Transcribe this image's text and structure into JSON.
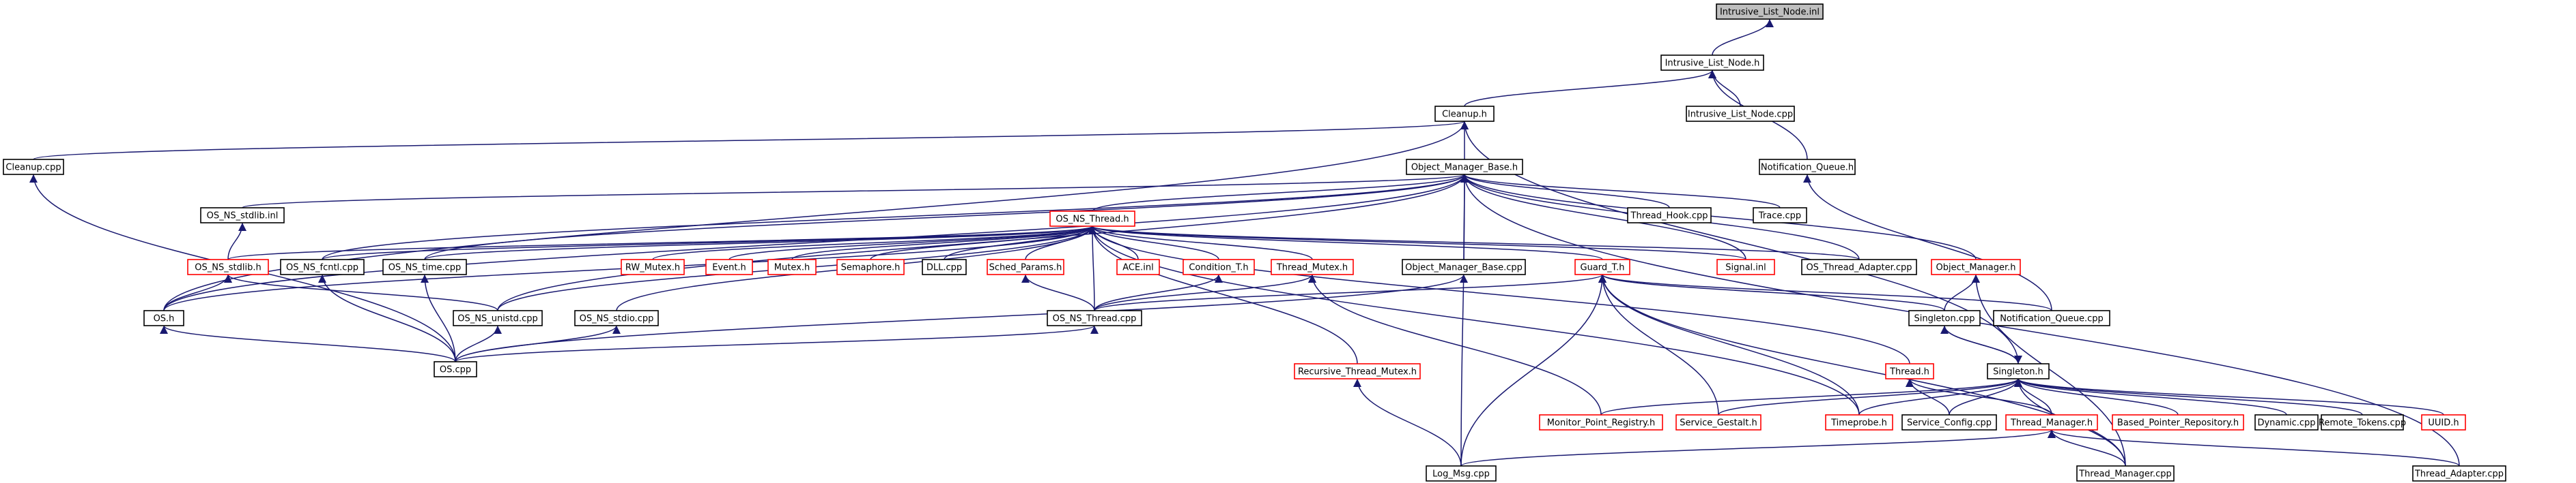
{
  "colors": {
    "edge": "#191970",
    "node_border_ok": "#000000",
    "node_border_incomplete": "#ff0000",
    "root_fill": "#bfbfbf",
    "node_fill": "#ffffff"
  },
  "nodes": [
    {
      "id": "intrusive_list_node_inl",
      "label": "Intrusive_List_Node.inl",
      "status": "root"
    },
    {
      "id": "intrusive_list_node_h",
      "label": "Intrusive_List_Node.h",
      "status": "ok"
    },
    {
      "id": "intrusive_list_node_cpp",
      "label": "Intrusive_List_Node.cpp",
      "status": "ok"
    },
    {
      "id": "cleanup_h",
      "label": "Cleanup.h",
      "status": "ok"
    },
    {
      "id": "cleanup_cpp",
      "label": "Cleanup.cpp",
      "status": "ok"
    },
    {
      "id": "notification_queue_h",
      "label": "Notification_Queue.h",
      "status": "ok"
    },
    {
      "id": "object_manager_base_h",
      "label": "Object_Manager_Base.h",
      "status": "ok"
    },
    {
      "id": "os_ns_stdlib_inl",
      "label": "OS_NS_stdlib.inl",
      "status": "ok"
    },
    {
      "id": "os_ns_thread_h",
      "label": "OS_NS_Thread.h",
      "status": "incomplete"
    },
    {
      "id": "thread_hook_cpp",
      "label": "Thread_Hook.cpp",
      "status": "ok"
    },
    {
      "id": "trace_cpp",
      "label": "Trace.cpp",
      "status": "ok"
    },
    {
      "id": "os_ns_stdlib_h",
      "label": "OS_NS_stdlib.h",
      "status": "incomplete"
    },
    {
      "id": "os_ns_fcntl_cpp",
      "label": "OS_NS_fcntl.cpp",
      "status": "ok"
    },
    {
      "id": "os_ns_time_cpp",
      "label": "OS_NS_time.cpp",
      "status": "ok"
    },
    {
      "id": "rw_mutex_h",
      "label": "RW_Mutex.h",
      "status": "incomplete"
    },
    {
      "id": "event_h",
      "label": "Event.h",
      "status": "incomplete"
    },
    {
      "id": "mutex_h",
      "label": "Mutex.h",
      "status": "incomplete"
    },
    {
      "id": "semaphore_h",
      "label": "Semaphore.h",
      "status": "incomplete"
    },
    {
      "id": "dll_cpp",
      "label": "DLL.cpp",
      "status": "ok"
    },
    {
      "id": "sched_params_h",
      "label": "Sched_Params.h",
      "status": "incomplete"
    },
    {
      "id": "ace_inl",
      "label": "ACE.inl",
      "status": "incomplete"
    },
    {
      "id": "condition_t_h",
      "label": "Condition_T.h",
      "status": "incomplete"
    },
    {
      "id": "thread_mutex_h",
      "label": "Thread_Mutex.h",
      "status": "incomplete"
    },
    {
      "id": "object_manager_base_cpp",
      "label": "Object_Manager_Base.cpp",
      "status": "ok"
    },
    {
      "id": "guard_t_h",
      "label": "Guard_T.h",
      "status": "incomplete"
    },
    {
      "id": "signal_inl",
      "label": "Signal.inl",
      "status": "incomplete"
    },
    {
      "id": "os_thread_adapter_cpp",
      "label": "OS_Thread_Adapter.cpp",
      "status": "ok"
    },
    {
      "id": "object_manager_h",
      "label": "Object_Manager.h",
      "status": "incomplete"
    },
    {
      "id": "os_h",
      "label": "OS.h",
      "status": "ok"
    },
    {
      "id": "os_ns_unistd_cpp",
      "label": "OS_NS_unistd.cpp",
      "status": "ok"
    },
    {
      "id": "os_ns_stdio_cpp",
      "label": "OS_NS_stdio.cpp",
      "status": "ok"
    },
    {
      "id": "os_ns_thread_cpp",
      "label": "OS_NS_Thread.cpp",
      "status": "ok"
    },
    {
      "id": "singleton_cpp",
      "label": "Singleton.cpp",
      "status": "ok"
    },
    {
      "id": "notification_queue_cpp",
      "label": "Notification_Queue.cpp",
      "status": "ok"
    },
    {
      "id": "os_cpp",
      "label": "OS.cpp",
      "status": "ok"
    },
    {
      "id": "recursive_thread_mutex_h",
      "label": "Recursive_Thread_Mutex.h",
      "status": "incomplete"
    },
    {
      "id": "thread_h",
      "label": "Thread.h",
      "status": "incomplete"
    },
    {
      "id": "singleton_h",
      "label": "Singleton.h",
      "status": "ok"
    },
    {
      "id": "monitor_point_registry_h",
      "label": "Monitor_Point_Registry.h",
      "status": "incomplete"
    },
    {
      "id": "service_gestalt_h",
      "label": "Service_Gestalt.h",
      "status": "incomplete"
    },
    {
      "id": "timeprobe_h",
      "label": "Timeprobe.h",
      "status": "incomplete"
    },
    {
      "id": "service_config_cpp",
      "label": "Service_Config.cpp",
      "status": "ok"
    },
    {
      "id": "thread_manager_h",
      "label": "Thread_Manager.h",
      "status": "incomplete"
    },
    {
      "id": "based_pointer_repository_h",
      "label": "Based_Pointer_Repository.h",
      "status": "incomplete"
    },
    {
      "id": "dynamic_cpp",
      "label": "Dynamic.cpp",
      "status": "ok"
    },
    {
      "id": "remote_tokens_cpp",
      "label": "Remote_Tokens.cpp",
      "status": "ok"
    },
    {
      "id": "uuid_h",
      "label": "UUID.h",
      "status": "incomplete"
    },
    {
      "id": "log_msg_cpp",
      "label": "Log_Msg.cpp",
      "status": "ok"
    },
    {
      "id": "thread_manager_cpp",
      "label": "Thread_Manager.cpp",
      "status": "ok"
    },
    {
      "id": "thread_adapter_cpp",
      "label": "Thread_Adapter.cpp",
      "status": "ok"
    }
  ],
  "edges": [
    [
      "intrusive_list_node_h",
      "intrusive_list_node_inl"
    ],
    [
      "intrusive_list_node_cpp",
      "intrusive_list_node_h"
    ],
    [
      "cleanup_h",
      "intrusive_list_node_h"
    ],
    [
      "notification_queue_h",
      "intrusive_list_node_h"
    ],
    [
      "cleanup_cpp",
      "cleanup_h"
    ],
    [
      "object_manager_base_h",
      "cleanup_h"
    ],
    [
      "os_h",
      "cleanup_h"
    ],
    [
      "singleton_h",
      "cleanup_h"
    ],
    [
      "notification_queue_cpp",
      "notification_queue_h"
    ],
    [
      "os_ns_stdlib_inl",
      "object_manager_base_h"
    ],
    [
      "os_ns_thread_h",
      "object_manager_base_h"
    ],
    [
      "thread_hook_cpp",
      "object_manager_base_h"
    ],
    [
      "trace_cpp",
      "object_manager_base_h"
    ],
    [
      "os_ns_fcntl_cpp",
      "object_manager_base_h"
    ],
    [
      "os_ns_time_cpp",
      "object_manager_base_h"
    ],
    [
      "object_manager_base_cpp",
      "object_manager_base_h"
    ],
    [
      "signal_inl",
      "object_manager_base_h"
    ],
    [
      "os_thread_adapter_cpp",
      "object_manager_base_h"
    ],
    [
      "object_manager_h",
      "object_manager_base_h"
    ],
    [
      "os_h",
      "object_manager_base_h"
    ],
    [
      "os_ns_unistd_cpp",
      "object_manager_base_h"
    ],
    [
      "log_msg_cpp",
      "object_manager_base_h"
    ],
    [
      "thread_adapter_cpp",
      "object_manager_base_h"
    ],
    [
      "os_ns_stdlib_h",
      "os_ns_stdlib_inl"
    ],
    [
      "os_ns_stdlib_h",
      "os_ns_thread_h"
    ],
    [
      "os_ns_fcntl_cpp",
      "os_ns_thread_h"
    ],
    [
      "os_ns_time_cpp",
      "os_ns_thread_h"
    ],
    [
      "rw_mutex_h",
      "os_ns_thread_h"
    ],
    [
      "event_h",
      "os_ns_thread_h"
    ],
    [
      "mutex_h",
      "os_ns_thread_h"
    ],
    [
      "semaphore_h",
      "os_ns_thread_h"
    ],
    [
      "dll_cpp",
      "os_ns_thread_h"
    ],
    [
      "sched_params_h",
      "os_ns_thread_h"
    ],
    [
      "ace_inl",
      "os_ns_thread_h"
    ],
    [
      "condition_t_h",
      "os_ns_thread_h"
    ],
    [
      "thread_mutex_h",
      "os_ns_thread_h"
    ],
    [
      "guard_t_h",
      "os_ns_thread_h"
    ],
    [
      "signal_inl",
      "os_ns_thread_h"
    ],
    [
      "os_thread_adapter_cpp",
      "os_ns_thread_h"
    ],
    [
      "os_h",
      "os_ns_thread_h"
    ],
    [
      "os_ns_unistd_cpp",
      "os_ns_thread_h"
    ],
    [
      "os_ns_stdio_cpp",
      "os_ns_thread_h"
    ],
    [
      "os_ns_thread_cpp",
      "os_ns_thread_h"
    ],
    [
      "recursive_thread_mutex_h",
      "os_ns_thread_h"
    ],
    [
      "thread_h",
      "os_ns_thread_h"
    ],
    [
      "timeprobe_h",
      "os_ns_thread_h"
    ],
    [
      "os_h",
      "os_ns_stdlib_h"
    ],
    [
      "os_ns_unistd_cpp",
      "os_ns_stdlib_h"
    ],
    [
      "os_cpp",
      "os_h"
    ],
    [
      "os_cpp",
      "os_ns_fcntl_cpp"
    ],
    [
      "os_cpp",
      "os_ns_time_cpp"
    ],
    [
      "os_cpp",
      "os_ns_unistd_cpp"
    ],
    [
      "os_cpp",
      "os_ns_stdio_cpp"
    ],
    [
      "os_cpp",
      "os_ns_thread_cpp"
    ],
    [
      "os_cpp",
      "object_manager_base_cpp"
    ],
    [
      "os_cpp",
      "cleanup_cpp"
    ],
    [
      "os_ns_thread_cpp",
      "sched_params_h"
    ],
    [
      "os_ns_thread_cpp",
      "condition_t_h"
    ],
    [
      "os_ns_thread_cpp",
      "thread_mutex_h"
    ],
    [
      "os_ns_thread_cpp",
      "guard_t_h"
    ],
    [
      "monitor_point_registry_h",
      "thread_mutex_h"
    ],
    [
      "singleton_cpp",
      "object_manager_h"
    ],
    [
      "singleton_cpp",
      "guard_t_h"
    ],
    [
      "singleton_h",
      "singleton_cpp"
    ],
    [
      "singleton_cpp",
      "singleton_h"
    ],
    [
      "log_msg_cpp",
      "recursive_thread_mutex_h"
    ],
    [
      "log_msg_cpp",
      "guard_t_h"
    ],
    [
      "service_gestalt_h",
      "guard_t_h"
    ],
    [
      "timeprobe_h",
      "guard_t_h"
    ],
    [
      "thread_manager_cpp",
      "guard_t_h"
    ],
    [
      "notification_queue_cpp",
      "guard_t_h"
    ],
    [
      "thread_manager_h",
      "thread_h"
    ],
    [
      "service_config_cpp",
      "thread_h"
    ],
    [
      "monitor_point_registry_h",
      "singleton_h"
    ],
    [
      "service_gestalt_h",
      "singleton_h"
    ],
    [
      "timeprobe_h",
      "singleton_h"
    ],
    [
      "service_config_cpp",
      "singleton_h"
    ],
    [
      "thread_manager_h",
      "singleton_h"
    ],
    [
      "based_pointer_repository_h",
      "singleton_h"
    ],
    [
      "dynamic_cpp",
      "singleton_h"
    ],
    [
      "remote_tokens_cpp",
      "singleton_h"
    ],
    [
      "uuid_h",
      "singleton_h"
    ],
    [
      "thread_manager_cpp",
      "singleton_h"
    ],
    [
      "log_msg_cpp",
      "thread_manager_h"
    ],
    [
      "thread_manager_cpp",
      "thread_manager_h"
    ],
    [
      "thread_adapter_cpp",
      "thread_manager_h"
    ],
    [
      "thread_manager_cpp",
      "object_manager_h"
    ]
  ]
}
